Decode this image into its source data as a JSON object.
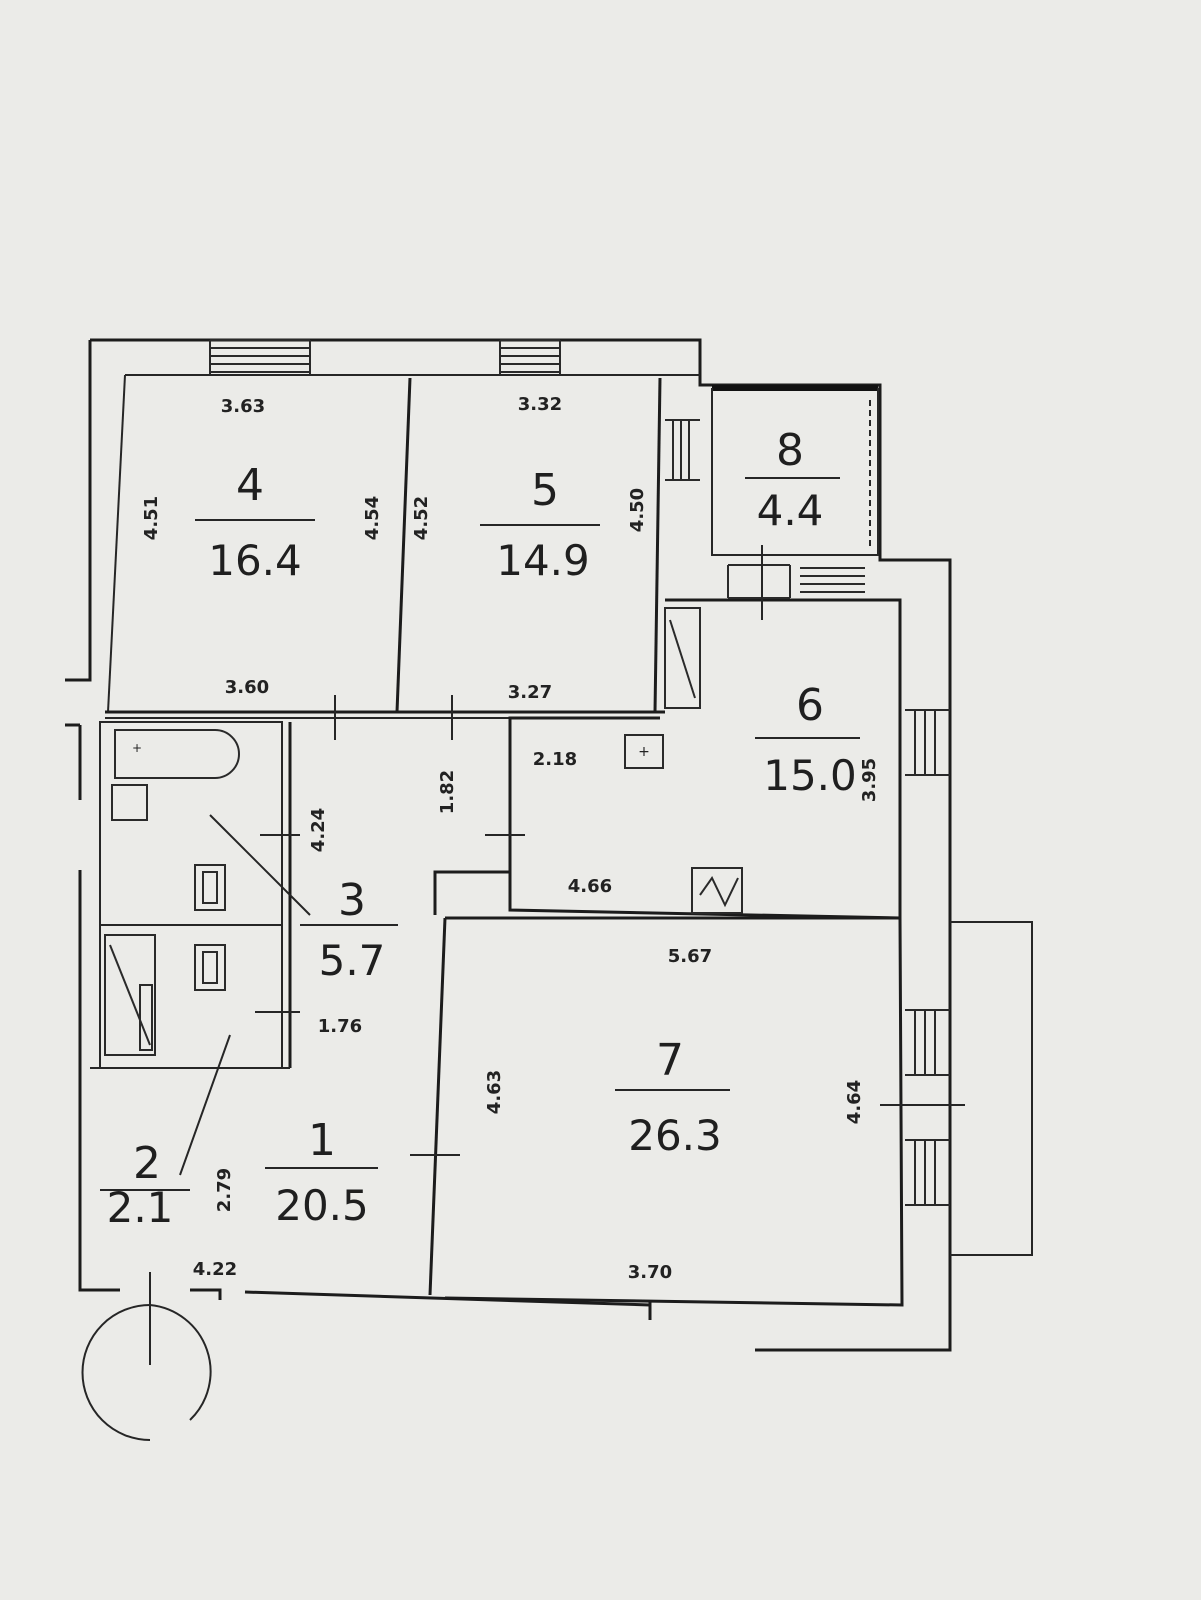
{
  "rooms": [
    {
      "id": "1",
      "number": "1",
      "area": "20.5"
    },
    {
      "id": "2",
      "number": "2",
      "area": "2.1"
    },
    {
      "id": "3",
      "number": "3",
      "area": "5.7"
    },
    {
      "id": "4",
      "number": "4",
      "area": "16.4"
    },
    {
      "id": "5",
      "number": "5",
      "area": "14.9"
    },
    {
      "id": "6",
      "number": "6",
      "area": "15.0"
    },
    {
      "id": "7",
      "number": "7",
      "area": "26.3"
    },
    {
      "id": "8",
      "number": "8",
      "area": "4.4"
    }
  ],
  "dimensions": {
    "r4_top": "3.63",
    "r4_left": "4.51",
    "r4_right": "4.54",
    "r4_bottom": "3.60",
    "r5_top": "3.32",
    "r5_left": "4.52",
    "r5_right": "4.50",
    "r5_bottom": "3.27",
    "r6_top": "2.18",
    "r6_right": "3.95",
    "r6_bottom": "4.66",
    "r3_a": "4.24",
    "r3_b": "1.82",
    "r3_c": "1.76",
    "r7_top": "5.67",
    "r7_left": "4.63",
    "r7_right": "4.64",
    "r7_bottom": "3.70",
    "r1_side": "2.79",
    "r1_bottom": "4.22"
  }
}
